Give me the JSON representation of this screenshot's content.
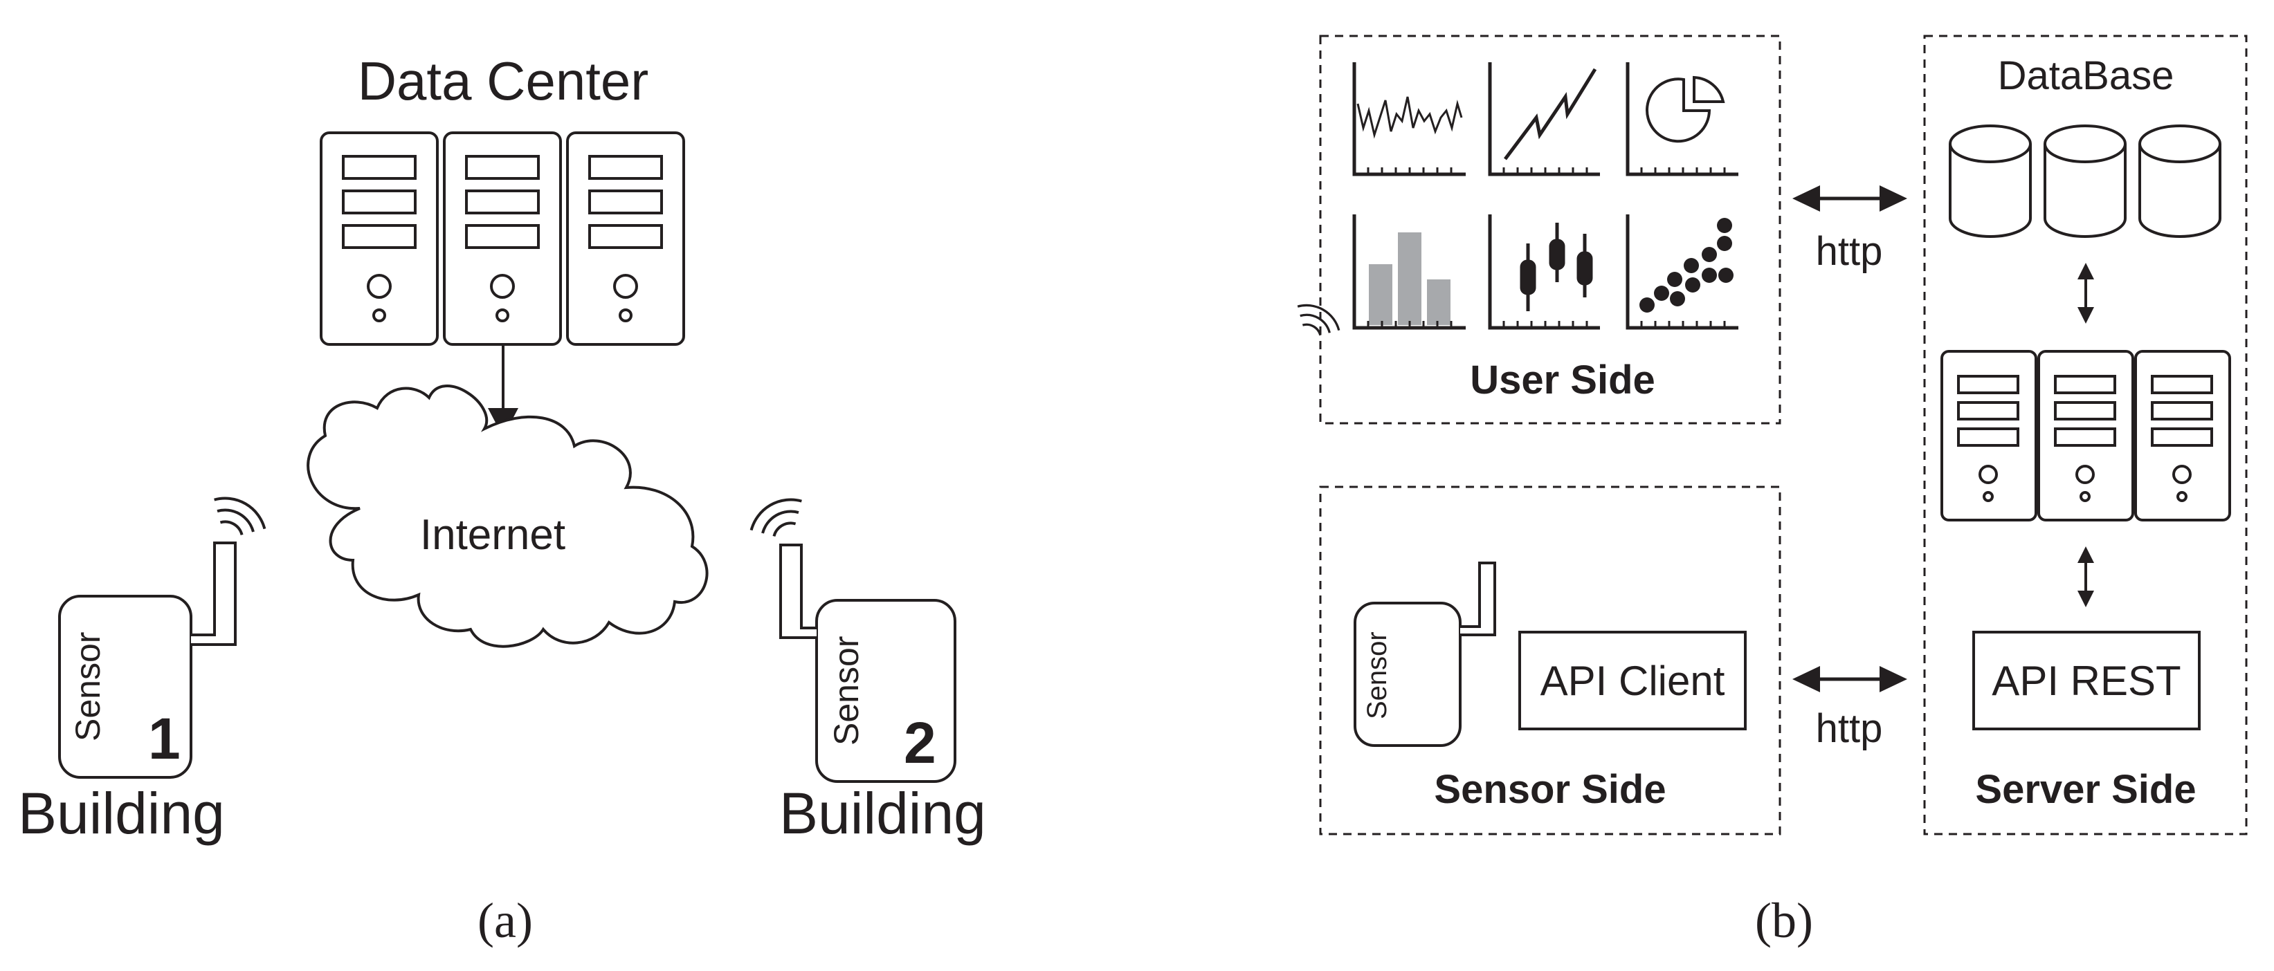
{
  "panel_a": {
    "data_center_label": "Data Center",
    "internet_label": "Internet",
    "building1": {
      "sensor_label": "Sensor",
      "number": "1",
      "building_label": "Building"
    },
    "building2": {
      "sensor_label": "Sensor",
      "number": "2",
      "building_label": "Building"
    },
    "caption": "(a)"
  },
  "panel_b": {
    "user_side_label": "User Side",
    "database_label": "DataBase",
    "http_top_label": "http",
    "http_bottom_label": "http",
    "sensor_label": "Sensor",
    "api_client_label": "API Client",
    "api_rest_label": "API REST",
    "sensor_side_label": "Sensor Side",
    "server_side_label": "Server Side",
    "caption": "(b)"
  },
  "colors": {
    "stroke": "#231f20",
    "bar_fill": "#a7a9ac",
    "background": "#ffffff"
  },
  "icons": [
    "server-icon",
    "cloud-icon",
    "wifi-signal-icon",
    "database-cylinder-icon",
    "line-chart-icon",
    "pie-chart-icon",
    "bar-chart-icon",
    "candlestick-chart-icon",
    "scatter-chart-icon",
    "double-arrow-icon"
  ]
}
